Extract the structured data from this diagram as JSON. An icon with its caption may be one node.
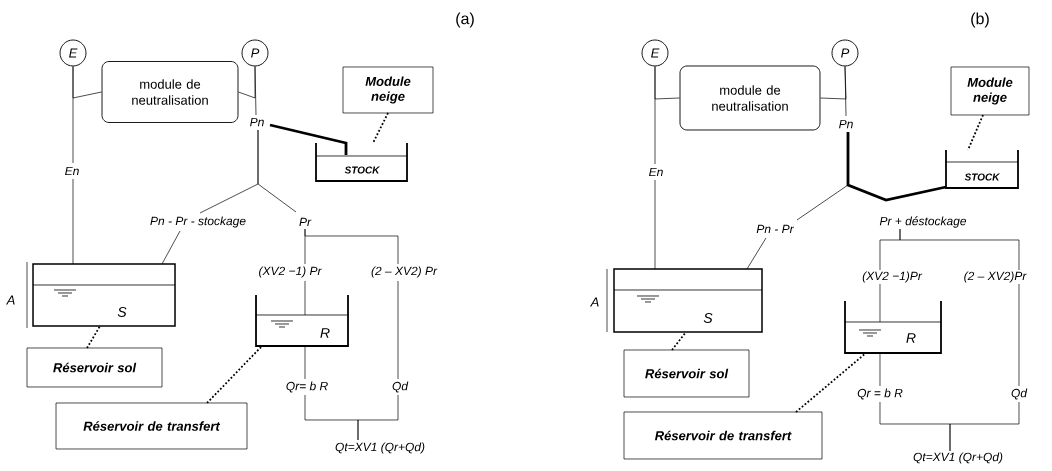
{
  "diagram": {
    "nodes": [
      {
        "text": [
          "E"
        ]
      },
      {
        "text": [
          "P"
        ]
      },
      {
        "text": [
          "module de neutralisation"
        ]
      },
      {
        "text": [
          "Module neige"
        ]
      },
      {
        "text": [
          "STOCK"
        ]
      },
      {
        "text": [
          "Pn"
        ]
      },
      {
        "text": [
          "En"
        ]
      },
      {
        "text": [
          "Pn - Pr - stockage"
        ]
      },
      {
        "text": [
          "Pr"
        ]
      },
      {
        "text": [
          "S"
        ]
      },
      {
        "text": [
          "(XV2 −1) Pr"
        ]
      },
      {
        "text": [
          "(2 – XV2) Pr"
        ]
      },
      {
        "text": [
          "R"
        ]
      },
      {
        "text": [
          "Réservoir sol"
        ]
      },
      {
        "text": [
          "Qr= b R"
        ]
      },
      {
        "text": [
          "Qd"
        ]
      },
      {
        "text": [
          "Réservoir de transfert"
        ]
      },
      {
        "text": [
          "Qt=XV1 (Qr+Qd)"
        ]
      },
      {
        "text": [
          "E"
        ]
      },
      {
        "text": [
          "P"
        ]
      },
      {
        "text": [
          "module de neutralisation"
        ]
      },
      {
        "text": [
          "Module neige"
        ]
      },
      {
        "text": [
          "STOCK"
        ]
      },
      {
        "text": [
          "Pn"
        ]
      },
      {
        "text": [
          "En"
        ]
      },
      {
        "text": [
          "Pn - Pr"
        ]
      },
      {
        "text": [
          "Pr + déstockage"
        ]
      },
      {
        "text": [
          "S"
        ]
      },
      {
        "text": [
          "(XV2 −1)Pr"
        ]
      },
      {
        "text": [
          "(2 – XV2)Pr"
        ]
      },
      {
        "text": [
          "R"
        ]
      },
      {
        "text": [
          "Réservoir sol"
        ]
      },
      {
        "text": [
          "Qr = b R"
        ]
      },
      {
        "text": [
          "Qd"
        ]
      },
      {
        "text": [
          "Réservoir de transfert"
        ]
      },
      {
        "text": [
          "Qt=XV1 (Qr+Qd)"
        ]
      }
    ],
    "edges": [
      {
        "from": 0,
        "to": 6,
        "arrow": "none"
      },
      {
        "from": 6,
        "to": 9,
        "arrow": "none"
      },
      {
        "from": 2,
        "to": 0,
        "arrow": "none"
      },
      {
        "from": 2,
        "to": 1,
        "arrow": "none"
      },
      {
        "from": 1,
        "to": 5,
        "arrow": "none"
      },
      {
        "from": 5,
        "to": 4,
        "arrow": "none",
        "style": "thick"
      },
      {
        "from": 3,
        "to": 4,
        "arrow": "none",
        "style": "dashed"
      },
      {
        "from": 5,
        "to": 7,
        "arrow": "none"
      },
      {
        "from": 5,
        "to": 8,
        "arrow": "none"
      },
      {
        "from": 7,
        "to": 9,
        "arrow": "none"
      },
      {
        "from": 8,
        "to": 10,
        "arrow": "none"
      },
      {
        "from": 8,
        "to": 11,
        "arrow": "none"
      },
      {
        "from": 10,
        "to": 12,
        "arrow": "none"
      },
      {
        "from": 12,
        "to": 14,
        "arrow": "none"
      },
      {
        "from": 11,
        "to": 15,
        "arrow": "none"
      },
      {
        "from": 14,
        "to": 17,
        "arrow": "none"
      },
      {
        "from": 15,
        "to": 17,
        "arrow": "none"
      },
      {
        "from": 13,
        "to": 9,
        "arrow": "none",
        "style": "dashed"
      },
      {
        "from": 16,
        "to": 12,
        "arrow": "none",
        "style": "dashed"
      },
      {
        "from": 18,
        "to": 24,
        "arrow": "none"
      },
      {
        "from": 24,
        "to": 27,
        "arrow": "none"
      },
      {
        "from": 20,
        "to": 18,
        "arrow": "none"
      },
      {
        "from": 20,
        "to": 19,
        "arrow": "none"
      },
      {
        "from": 19,
        "to": 23,
        "arrow": "none"
      },
      {
        "from": 23,
        "to": 25,
        "arrow": "none"
      },
      {
        "from": 23,
        "to": 22,
        "arrow": "none",
        "style": "thick"
      },
      {
        "from": 25,
        "to": 27,
        "arrow": "none"
      },
      {
        "from": 26,
        "to": 28,
        "arrow": "none"
      },
      {
        "from": 26,
        "to": 29,
        "arrow": "none"
      },
      {
        "from": 28,
        "to": 30,
        "arrow": "none"
      },
      {
        "from": 30,
        "to": 32,
        "arrow": "none"
      },
      {
        "from": 29,
        "to": 33,
        "arrow": "none"
      },
      {
        "from": 32,
        "to": 35,
        "arrow": "none"
      },
      {
        "from": 33,
        "to": 35,
        "arrow": "none"
      },
      {
        "from": 21,
        "to": 22,
        "arrow": "none",
        "style": "dashed"
      },
      {
        "from": 31,
        "to": 27,
        "arrow": "none",
        "style": "dashed"
      },
      {
        "from": 34,
        "to": 30,
        "arrow": "none",
        "style": "dashed"
      }
    ],
    "labels": [
      "(a)",
      "A",
      "(b)",
      "A"
    ]
  }
}
